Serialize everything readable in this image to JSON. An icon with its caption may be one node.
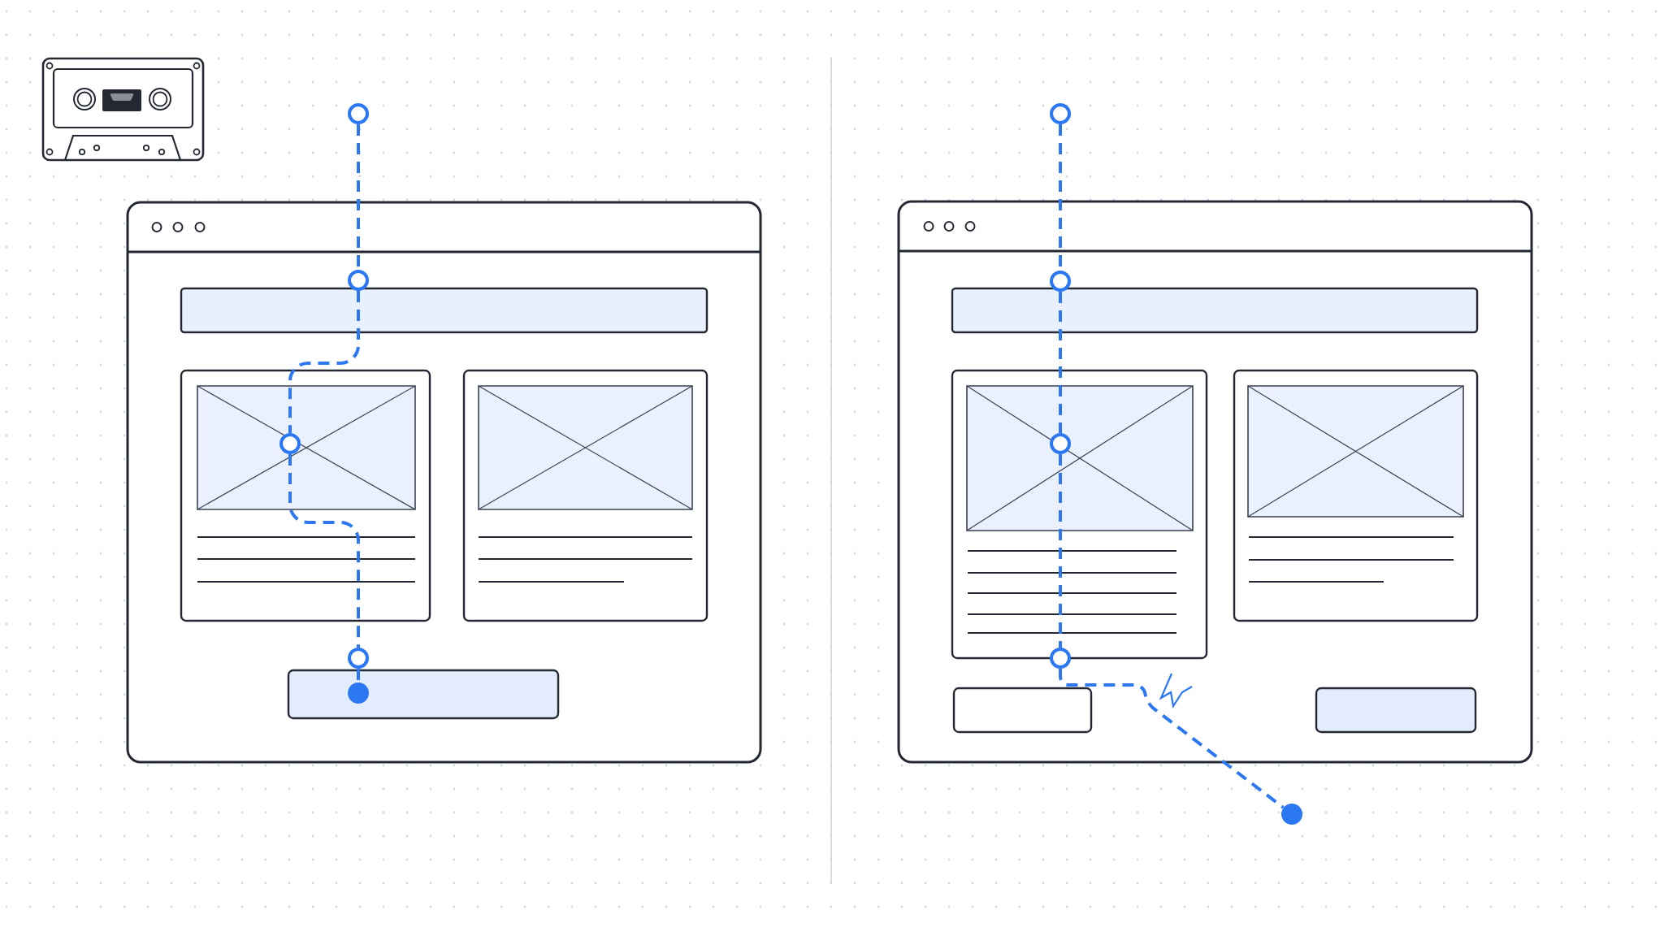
{
  "diagram": {
    "nodes": [
      {
        "text": [],
        "shape": "circle"
      },
      {
        "text": [],
        "shape": "circle"
      },
      {
        "text": [],
        "shape": "circle"
      },
      {
        "text": [],
        "shape": "circle"
      },
      {
        "text": [],
        "shape": "dot"
      },
      {
        "text": [],
        "shape": "circle"
      },
      {
        "text": [],
        "shape": "circle"
      },
      {
        "text": [],
        "shape": "circle"
      },
      {
        "text": [],
        "shape": "circle"
      },
      {
        "text": [],
        "shape": "dot"
      }
    ],
    "edges": [
      {
        "from": 0,
        "to": 1,
        "arrow": "none",
        "style": "dashed"
      },
      {
        "from": 1,
        "to": 2,
        "arrow": "none",
        "style": "dashed"
      },
      {
        "from": 2,
        "to": 3,
        "arrow": "none",
        "style": "dashed"
      },
      {
        "from": 3,
        "to": 4,
        "arrow": "none",
        "style": "dashed"
      },
      {
        "from": 5,
        "to": 6,
        "arrow": "none",
        "style": "dashed"
      },
      {
        "from": 6,
        "to": 7,
        "arrow": "none",
        "style": "dashed"
      },
      {
        "from": 7,
        "to": 8,
        "arrow": "none",
        "style": "dashed"
      },
      {
        "from": 8,
        "to": 9,
        "arrow": "none",
        "style": "dashed"
      }
    ]
  }
}
